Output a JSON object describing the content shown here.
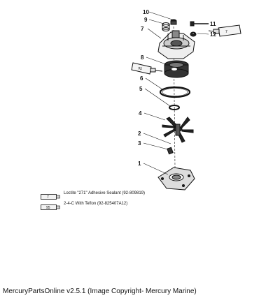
{
  "diagram": {
    "callouts": [
      "1",
      "2",
      "3",
      "4",
      "5",
      "6",
      "7",
      "8",
      "9",
      "10",
      "11",
      "12"
    ],
    "tube_labels": {
      "seven": "7",
      "ninety_five": "95"
    }
  },
  "legend": [
    {
      "tube_label": "7",
      "text": "Loctite \"271\" Adhesive Sealant  (92-809819)"
    },
    {
      "tube_label": "95",
      "text": "2-4-C  With Teflon  (92-825407A12)"
    }
  ],
  "caption": "MercuryPartsOnline v2.5.1 (Image Copyright- Mercury Marine)"
}
